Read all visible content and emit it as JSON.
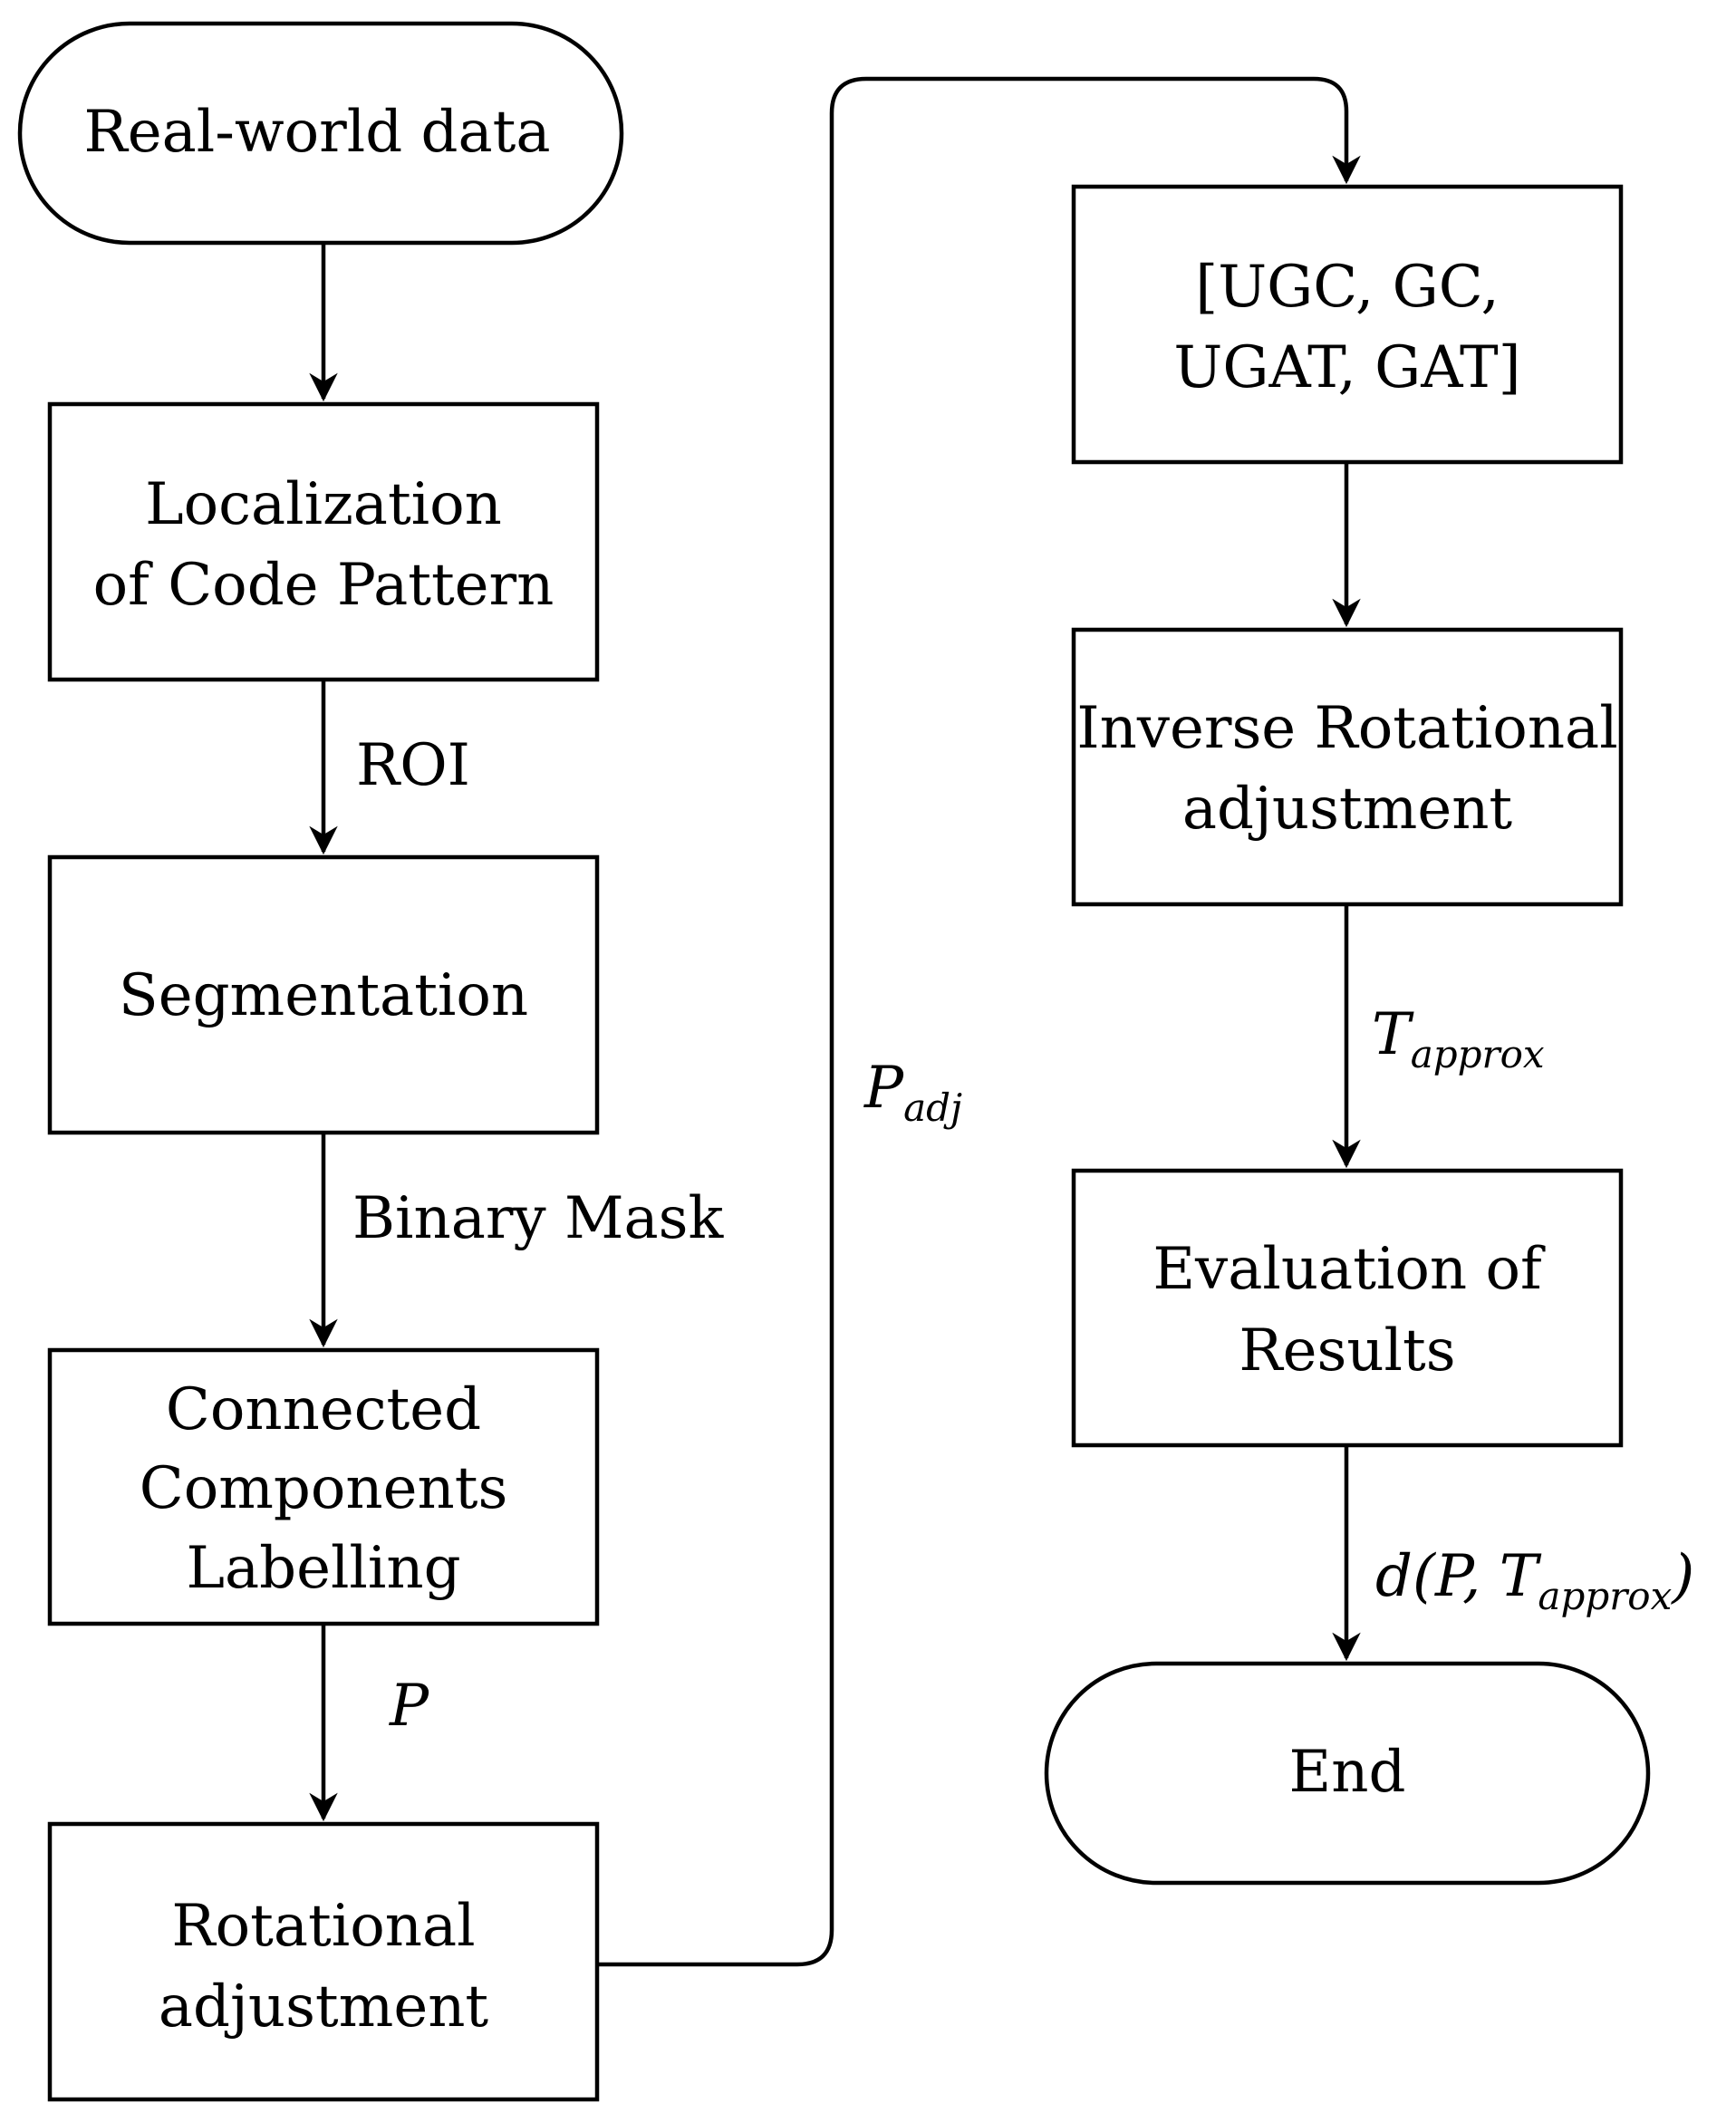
{
  "diagram": {
    "type": "flowchart",
    "nodes": {
      "start": {
        "shape": "terminator",
        "lines": [
          "Real-world data"
        ]
      },
      "localization": {
        "shape": "process",
        "lines": [
          "Localization",
          "of Code Pattern"
        ]
      },
      "segmentation": {
        "shape": "process",
        "lines": [
          "Segmentation"
        ]
      },
      "ccl": {
        "shape": "process",
        "lines": [
          "Connected",
          "Components",
          "Labelling"
        ]
      },
      "rotational": {
        "shape": "process",
        "lines": [
          "Rotational",
          "adjustment"
        ]
      },
      "models": {
        "shape": "process",
        "lines": [
          "[UGC, GC,",
          "UGAT, GAT]"
        ]
      },
      "inverse": {
        "shape": "process",
        "lines": [
          "Inverse Rotational",
          "adjustment"
        ]
      },
      "evaluation": {
        "shape": "process",
        "lines": [
          "Evaluation of",
          "Results"
        ]
      },
      "end": {
        "shape": "terminator",
        "lines": [
          "End"
        ]
      }
    },
    "edges": {
      "roi": {
        "from": "localization",
        "to": "segmentation",
        "label": "ROI"
      },
      "mask": {
        "from": "segmentation",
        "to": "ccl",
        "label": "Binary Mask"
      },
      "p": {
        "from": "ccl",
        "to": "rotational",
        "label_main": "P",
        "label_sub": ""
      },
      "padj": {
        "from": "rotational",
        "to": "models",
        "label_main": "P",
        "label_sub": "adj"
      },
      "tapprox": {
        "from": "inverse",
        "to": "evaluation",
        "label_main": "T",
        "label_sub": "approx"
      },
      "dist": {
        "from": "evaluation",
        "to": "end",
        "label_pre": "d(P, ",
        "label_main": "T",
        "label_sub": "approx",
        "label_post": ")"
      }
    }
  }
}
